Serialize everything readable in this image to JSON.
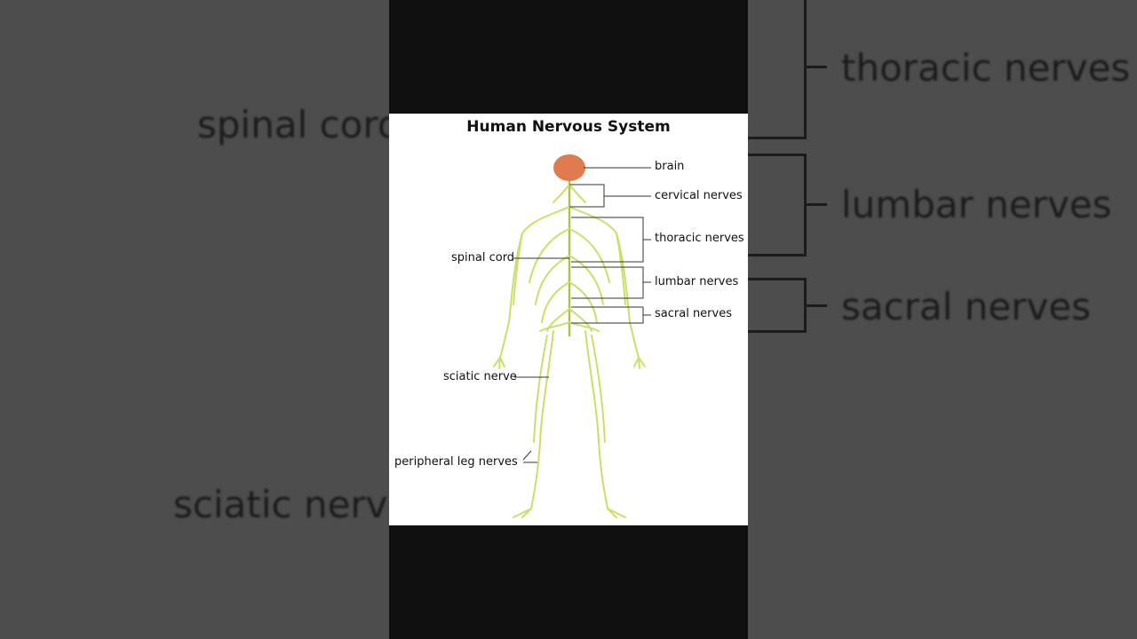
{
  "background_labels": {
    "spinal_cord": "spinal cord",
    "thoracic": "thoracic nerves",
    "lumbar": "lumbar nerves",
    "sacral": "sacral nerves",
    "sciatic": "sciatic nerve"
  },
  "diagram": {
    "title": "Human Nervous System",
    "labels": {
      "brain": "brain",
      "cervical": "cervical nerves",
      "thoracic": "thoracic nerves",
      "spinal_cord": "spinal cord",
      "lumbar": "lumbar nerves",
      "sacral": "sacral nerves",
      "sciatic": "sciatic nerve",
      "peripheral": "peripheral leg nerves"
    },
    "colors": {
      "nerve": "#c9df6a",
      "brain": "#e07a4f",
      "background": "#ffffff"
    }
  }
}
